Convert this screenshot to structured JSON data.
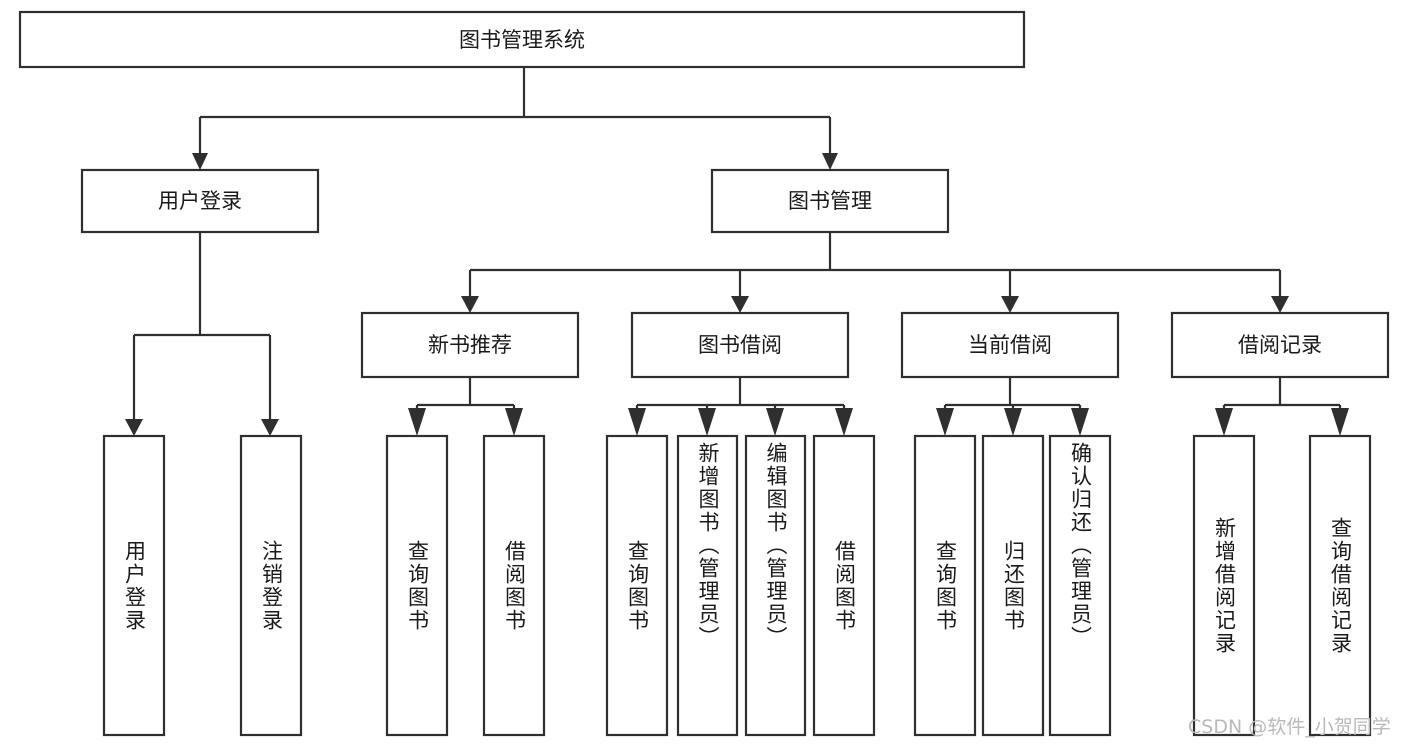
{
  "diagram": {
    "type": "tree",
    "title": "图书管理系统",
    "orientation": "top-down",
    "colors": {
      "box_stroke": "#2f2f2f",
      "box_fill": "#ffffff",
      "text": "#1a1a1a",
      "background": "#ffffff",
      "watermark": "#b9b9b9"
    },
    "root": {
      "label": "图书管理系统"
    },
    "level2": [
      {
        "id": "user-login",
        "label": "用户登录"
      },
      {
        "id": "book-management",
        "label": "图书管理"
      }
    ],
    "level3": [
      {
        "id": "new-book-recommend",
        "label": "新书推荐",
        "parent": "book-management"
      },
      {
        "id": "book-borrow",
        "label": "图书借阅",
        "parent": "book-management"
      },
      {
        "id": "current-borrow",
        "label": "当前借阅",
        "parent": "book-management"
      },
      {
        "id": "borrow-record",
        "label": "借阅记录",
        "parent": "book-management"
      }
    ],
    "leaves": [
      {
        "id": "leaf-user-login",
        "label": "用户登录",
        "parent": "user-login"
      },
      {
        "id": "leaf-logout-login",
        "label": "注销登录",
        "parent": "user-login"
      },
      {
        "id": "leaf-query-book-1",
        "label": "查询图书",
        "parent": "new-book-recommend"
      },
      {
        "id": "leaf-borrow-book-1",
        "label": "借阅图书",
        "parent": "new-book-recommend"
      },
      {
        "id": "leaf-query-book-2",
        "label": "查询图书",
        "parent": "book-borrow"
      },
      {
        "id": "leaf-add-book",
        "label": "新增图书（管理员）",
        "parent": "book-borrow"
      },
      {
        "id": "leaf-edit-book",
        "label": "编辑图书（管理员）",
        "parent": "book-borrow"
      },
      {
        "id": "leaf-borrow-book-2",
        "label": "借阅图书",
        "parent": "book-borrow"
      },
      {
        "id": "leaf-query-book-3",
        "label": "查询图书",
        "parent": "current-borrow"
      },
      {
        "id": "leaf-return-book",
        "label": "归还图书",
        "parent": "current-borrow"
      },
      {
        "id": "leaf-confirm-return",
        "label": "确认归还（管理员）",
        "parent": "current-borrow"
      },
      {
        "id": "leaf-add-record",
        "label": "新增借阅记录",
        "parent": "borrow-record"
      },
      {
        "id": "leaf-query-record",
        "label": "查询借阅记录",
        "parent": "borrow-record"
      }
    ]
  },
  "watermark": {
    "text": "CSDN @软件_小贺同学"
  }
}
